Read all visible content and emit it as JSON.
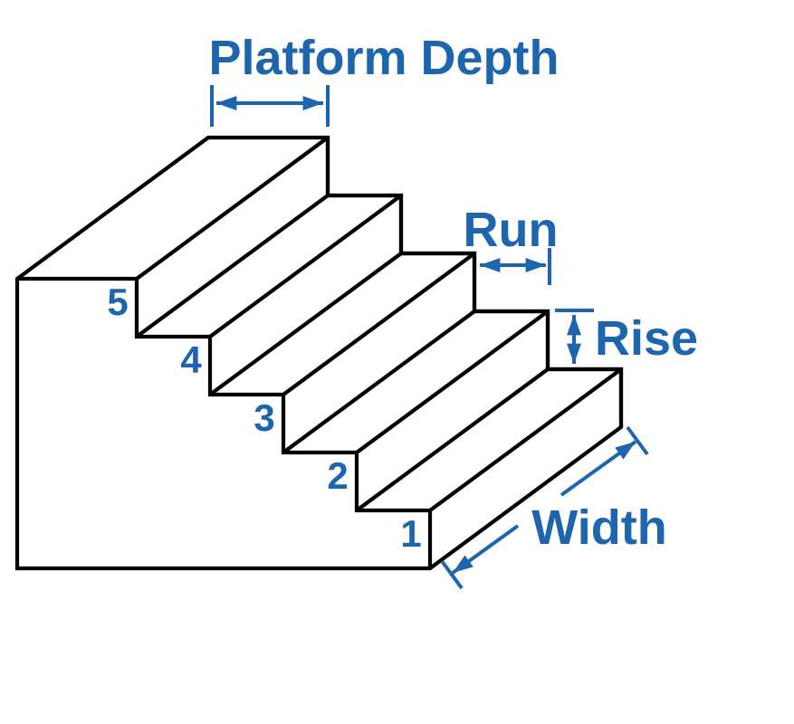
{
  "diagram": {
    "labels": {
      "platform_depth": "Platform Depth",
      "run": "Run",
      "rise": "Rise",
      "width": "Width"
    },
    "step_numbers": [
      "5",
      "4",
      "3",
      "2",
      "1"
    ],
    "step_count": 5,
    "colors": {
      "outline": "#000000",
      "annotation": "#1d66ad",
      "background": "#ffffff"
    }
  }
}
